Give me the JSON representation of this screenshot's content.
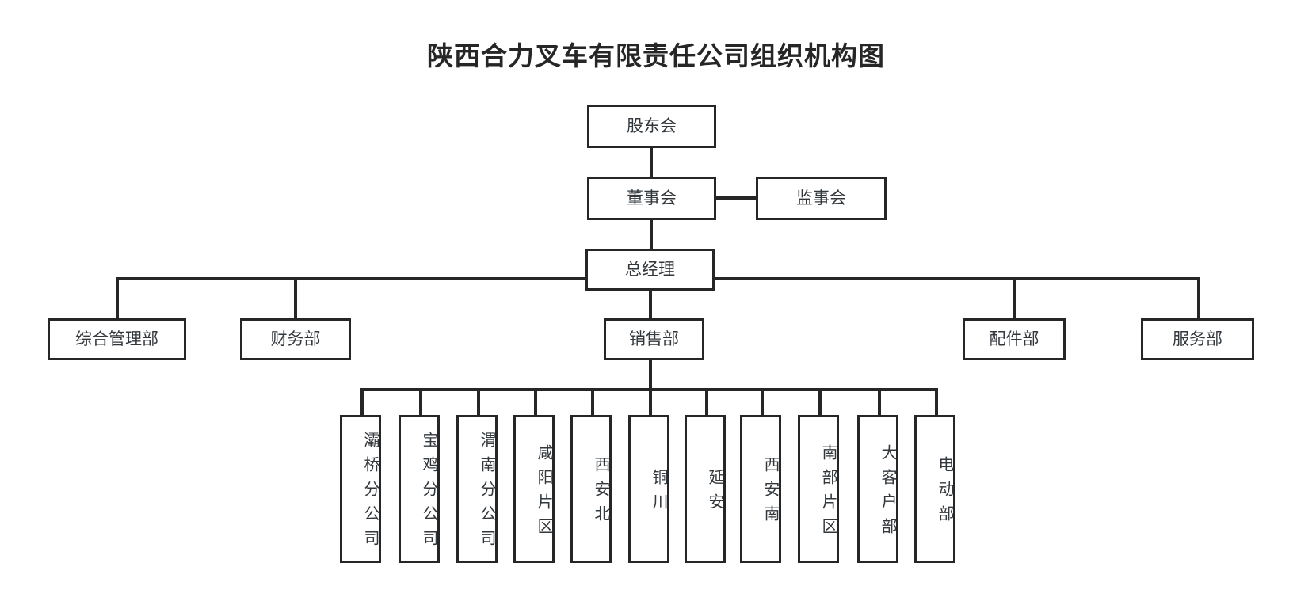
{
  "title": "陕西合力叉车有限责任公司组织机构图",
  "org": {
    "shareholders": "股东会",
    "board": "董事会",
    "supervisors": "监事会",
    "general_manager": "总经理",
    "departments": [
      {
        "label": "综合管理部"
      },
      {
        "label": "财务部"
      },
      {
        "label": "销售部"
      },
      {
        "label": "配件部"
      },
      {
        "label": "服务部"
      }
    ],
    "sales_units": [
      {
        "label": "灞桥分公司"
      },
      {
        "label": "宝鸡分公司"
      },
      {
        "label": "渭南分公司"
      },
      {
        "label": "咸阳片区"
      },
      {
        "label": "西安北"
      },
      {
        "label": "铜川"
      },
      {
        "label": "延安"
      },
      {
        "label": "西安南"
      },
      {
        "label": "南部片区"
      },
      {
        "label": "大客户部"
      },
      {
        "label": "电动部"
      }
    ]
  },
  "style": {
    "line_color": "#262626",
    "box_border": "#262626",
    "text_color": "#33383d",
    "background": "#ffffff"
  }
}
